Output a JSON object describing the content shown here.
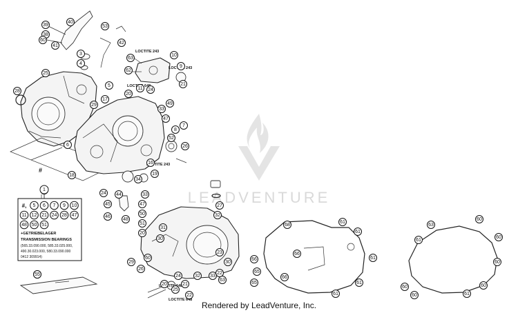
{
  "callouts_left": [
    "39",
    "40",
    "38",
    "60",
    "41",
    "3",
    "4",
    "28",
    "42",
    "53",
    "63",
    "10",
    "62",
    "9",
    "11",
    "24",
    "21",
    "25",
    "29",
    "5",
    "20",
    "17",
    "6",
    "18",
    "33",
    "49",
    "47",
    "7",
    "52",
    "26",
    "8",
    "16",
    "19"
  ],
  "callouts_middle": [
    "1",
    "5",
    "6",
    "7",
    "9",
    "10",
    "11",
    "12",
    "21",
    "24",
    "28",
    "47",
    "48",
    "50",
    "51",
    "46",
    "55",
    "21",
    "23",
    "45",
    "44",
    "46",
    "48",
    "47",
    "50",
    "51",
    "20",
    "24",
    "33",
    "34",
    "27",
    "32",
    "31",
    "30",
    "23",
    "29",
    "60",
    "30",
    "22",
    "26",
    "20",
    "24",
    "25",
    "21",
    "22",
    "32",
    "33",
    "63"
  ],
  "callouts_right": [
    "68",
    "61",
    "61",
    "66",
    "66",
    "65",
    "65",
    "66",
    "61",
    "61",
    "61",
    "63",
    "61",
    "60",
    "60",
    "60",
    "60",
    "60",
    "60",
    "61"
  ],
  "loctite_labels": [
    "LOCTITE 243",
    "LOCTITE 243",
    "LOCTITE 648",
    "LOCTITE 243",
    "LOCTITE 648",
    "LOCTITE 648"
  ],
  "kit_box": {
    "callout": "1",
    "grid": [
      "#,",
      "5",
      "6",
      "7",
      "9",
      "10",
      "11",
      "12",
      "21",
      "24",
      "28",
      "47",
      "48",
      "50",
      "51"
    ],
    "line1": "+GETRIEBELAGER",
    "line2": "TRANSMISSION BEARINGS",
    "line3": "(565.33.090.000, 585.33.025.000,",
    "line4": "490.30.023.000, 580.33.090.000",
    "line5": "0412 309914)"
  },
  "hash_mark": "#",
  "manual_callout": "55",
  "watermark": "LEADVENTURE",
  "footer": "Rendered by LeadVenture, Inc."
}
